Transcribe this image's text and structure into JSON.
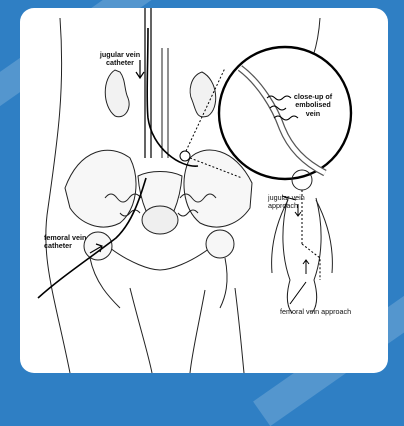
{
  "labels": {
    "jugular_vein_catheter": [
      "jugular vein",
      "catheter"
    ],
    "close_up": [
      "close-up of",
      "embolised",
      "vein"
    ],
    "femoral_vein_catheter": [
      "femoral vein",
      "catheter"
    ],
    "jugular_vein_approach": [
      "jugular vein",
      "approach"
    ],
    "femoral_vein_approach": "femoral vein approach"
  }
}
